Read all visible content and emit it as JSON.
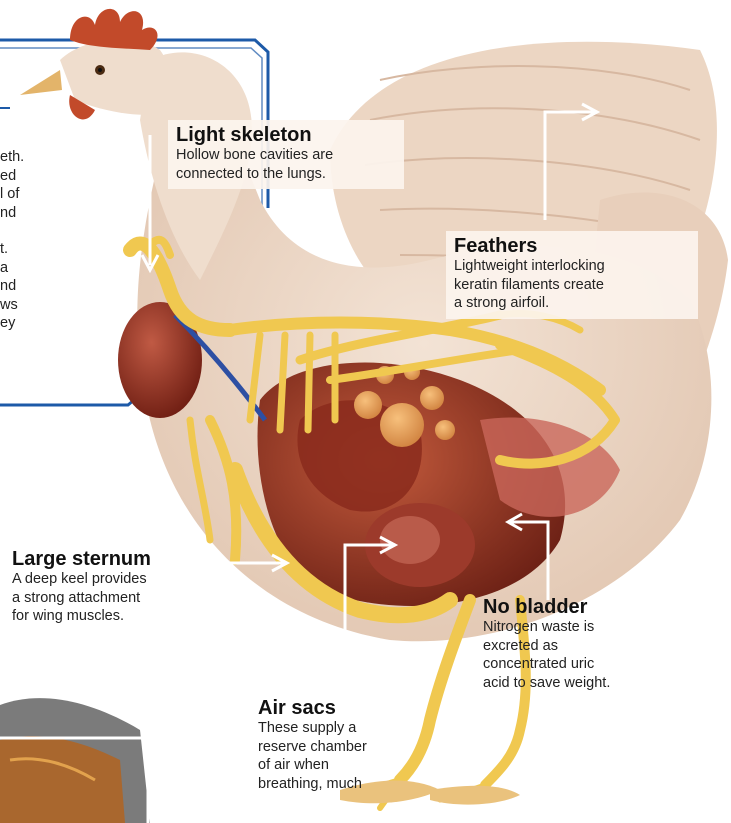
{
  "intro_fragments": [
    "eth.",
    "ed",
    "l of",
    "nd",
    "t.",
    "a",
    "nd",
    "ws",
    "ey"
  ],
  "callouts": {
    "light_skeleton": {
      "title": "Light skeleton",
      "lines": [
        "Hollow bone cavities are",
        "connected to the lungs."
      ]
    },
    "feathers": {
      "title": "Feathers",
      "lines": [
        "Lightweight interlocking",
        "keratin filaments create",
        "a strong airfoil."
      ]
    },
    "large_sternum": {
      "title": "Large sternum",
      "lines": [
        "A deep keel provides",
        "a strong attachment",
        "for wing muscles."
      ]
    },
    "no_bladder": {
      "title": "No bladder",
      "lines": [
        "Nitrogen waste is",
        "excreted as",
        "concentrated uric",
        "acid to save weight."
      ]
    },
    "air_sacs": {
      "title": "Air sacs",
      "lines": [
        "These supply a",
        "reserve chamber",
        "of air when",
        "breathing, much"
      ]
    }
  },
  "colors": {
    "frame_blue": "#1d5aa8",
    "feather_beige": "#ecd8c6",
    "bone_yellow": "#f2cc55",
    "organ_red": "#9c3322",
    "leader_white": "#ffffff"
  }
}
